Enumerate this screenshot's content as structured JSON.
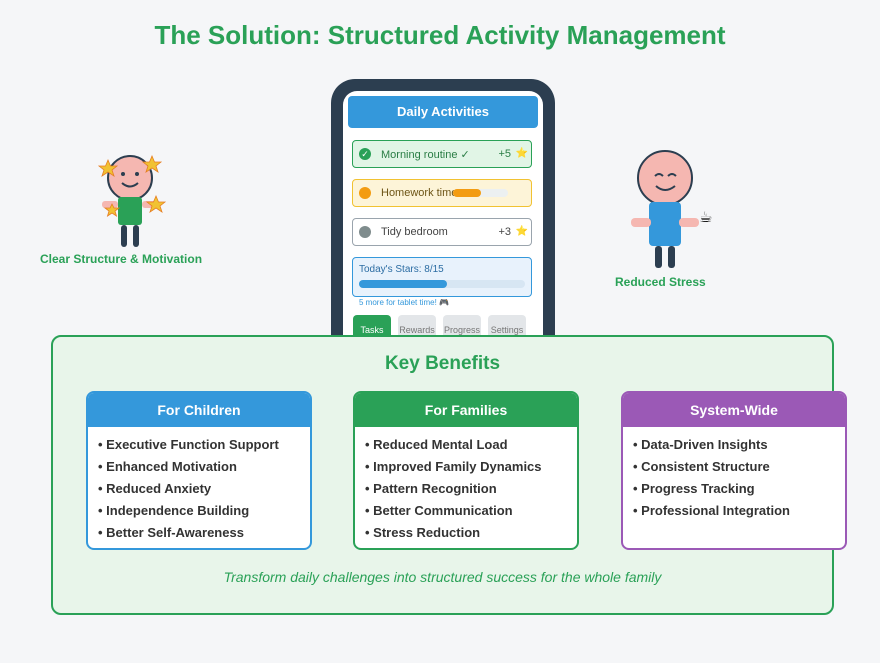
{
  "title": "The Solution: Structured Activity Management",
  "phone": {
    "header": "Daily Activities",
    "tasks": [
      {
        "label": "Morning routine ✓",
        "points": "+5",
        "status": "done",
        "color": "#2aa157"
      },
      {
        "label": "Homework time",
        "points": "",
        "status": "in-progress",
        "progress": 0.5,
        "color": "#f39c12"
      },
      {
        "label": "Tidy bedroom",
        "points": "+3",
        "status": "todo",
        "color": "#7f8c8d"
      }
    ],
    "star_icon": "⭐",
    "stars_label": "Today's Stars: 8/15",
    "stars_progress": 0.533,
    "more_text": "5 more for tablet time! 🎮",
    "tabs": [
      "Tasks",
      "Rewards",
      "Progress",
      "Settings"
    ],
    "active_tab": "Tasks"
  },
  "figures": {
    "left_caption": "Clear Structure & Motivation",
    "right_caption": "Reduced Stress",
    "mug_icon": "☕"
  },
  "benefits": {
    "title": "Key Benefits",
    "cards": [
      {
        "title": "For Children",
        "color": "#3498db",
        "items": [
          "Executive Function Support",
          "Enhanced Motivation",
          "Reduced Anxiety",
          "Independence Building",
          "Better Self-Awareness"
        ]
      },
      {
        "title": "For Families",
        "color": "#2aa157",
        "items": [
          "Reduced Mental Load",
          "Improved Family Dynamics",
          "Pattern Recognition",
          "Better Communication",
          "Stress Reduction"
        ]
      },
      {
        "title": "System-Wide",
        "color": "#9b59b6",
        "items": [
          "Data-Driven Insights",
          "Consistent Structure",
          "Progress Tracking",
          "Professional Integration"
        ]
      }
    ],
    "tagline": "Transform daily challenges into structured success for the whole family"
  }
}
